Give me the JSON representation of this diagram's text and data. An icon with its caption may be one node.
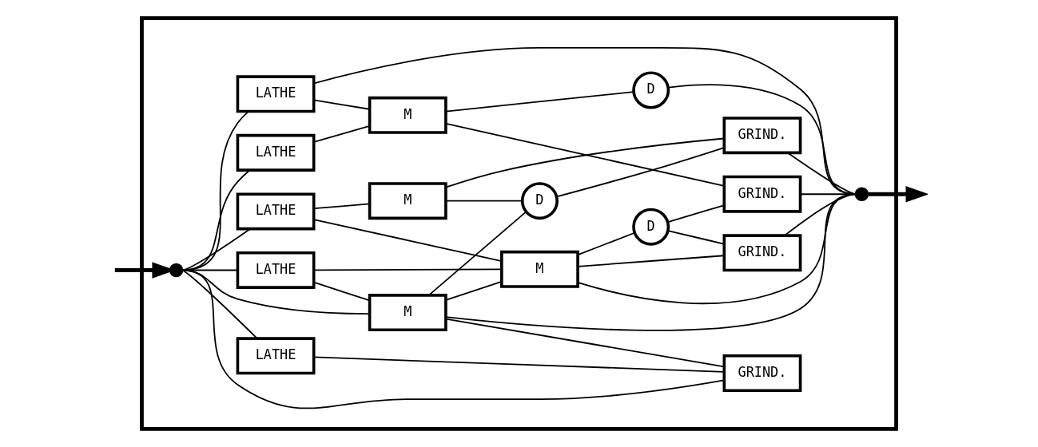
{
  "diagram": {
    "nodes": [
      {
        "text": [],
        "shape": "box"
      },
      {
        "text": [],
        "shape": "point",
        "in": 0
      },
      {
        "text": [
          "LATHE"
        ],
        "in": 0
      },
      {
        "text": [
          "LATHE"
        ],
        "in": 0
      },
      {
        "text": [
          "LATHE"
        ],
        "in": 0
      },
      {
        "text": [
          "LATHE"
        ],
        "in": 0
      },
      {
        "text": [
          "LATHE"
        ],
        "in": 0
      },
      {
        "text": [
          "M"
        ],
        "in": 0
      },
      {
        "text": [
          "M"
        ],
        "in": 0
      },
      {
        "text": [
          "M"
        ],
        "in": 0
      },
      {
        "text": [
          "M"
        ],
        "in": 0
      },
      {
        "text": [
          "D"
        ],
        "in": 0
      },
      {
        "text": [
          "D"
        ],
        "in": 0
      },
      {
        "text": [
          "D"
        ],
        "in": 0
      },
      {
        "text": [
          "GRIND."
        ],
        "in": 0
      },
      {
        "text": [
          "GRIND."
        ],
        "in": 0
      },
      {
        "text": [
          "GRIND."
        ],
        "in": 0
      },
      {
        "text": [
          "GRIND."
        ],
        "in": 0
      },
      {
        "text": [],
        "shape": "point",
        "in": 0
      }
    ],
    "edges": [
      {
        "from": null,
        "to": 1,
        "arrow": "to",
        "style": "thick"
      },
      {
        "from": 1,
        "to": 2,
        "arrow": "none"
      },
      {
        "from": 1,
        "to": 3,
        "arrow": "none"
      },
      {
        "from": 1,
        "to": 4,
        "arrow": "none"
      },
      {
        "from": 1,
        "to": 5,
        "arrow": "none"
      },
      {
        "from": 1,
        "to": 6,
        "arrow": "none"
      },
      {
        "from": 1,
        "to": 7,
        "arrow": "none"
      },
      {
        "from": 1,
        "to": 14,
        "arrow": "none"
      },
      {
        "from": 2,
        "to": 7,
        "arrow": "none"
      },
      {
        "from": 2,
        "to": 8,
        "arrow": "none"
      },
      {
        "from": 3,
        "to": 14,
        "arrow": "none"
      },
      {
        "from": 4,
        "to": 8,
        "arrow": "none"
      },
      {
        "from": 4,
        "to": 9,
        "arrow": "none"
      },
      {
        "from": 5,
        "to": 10,
        "arrow": "none"
      },
      {
        "from": 6,
        "to": 10,
        "arrow": "none"
      },
      {
        "from": 6,
        "to": 18,
        "arrow": "none"
      },
      {
        "from": 7,
        "to": 8,
        "arrow": "none"
      },
      {
        "from": 7,
        "to": 14,
        "arrow": "none"
      },
      {
        "from": 7,
        "to": 11,
        "arrow": "none"
      },
      {
        "from": 7,
        "to": 18,
        "arrow": "none"
      },
      {
        "from": 8,
        "to": 15,
        "arrow": "none"
      },
      {
        "from": 8,
        "to": 12,
        "arrow": "none"
      },
      {
        "from": 8,
        "to": 18,
        "arrow": "none"
      },
      {
        "from": 9,
        "to": 11,
        "arrow": "none"
      },
      {
        "from": 9,
        "to": 16,
        "arrow": "none"
      },
      {
        "from": 10,
        "to": 13,
        "arrow": "none"
      },
      {
        "from": 10,
        "to": 17,
        "arrow": "none"
      },
      {
        "from": 11,
        "to": 16,
        "arrow": "none"
      },
      {
        "from": 12,
        "to": 15,
        "arrow": "none"
      },
      {
        "from": 12,
        "to": 17,
        "arrow": "none"
      },
      {
        "from": 13,
        "to": 18,
        "arrow": "none"
      },
      {
        "from": 15,
        "to": 18,
        "arrow": "none"
      },
      {
        "from": 16,
        "to": 18,
        "arrow": "none"
      },
      {
        "from": 17,
        "to": 18,
        "arrow": "none"
      },
      {
        "from": 18,
        "to": null,
        "arrow": "to",
        "style": "thick"
      }
    ]
  }
}
